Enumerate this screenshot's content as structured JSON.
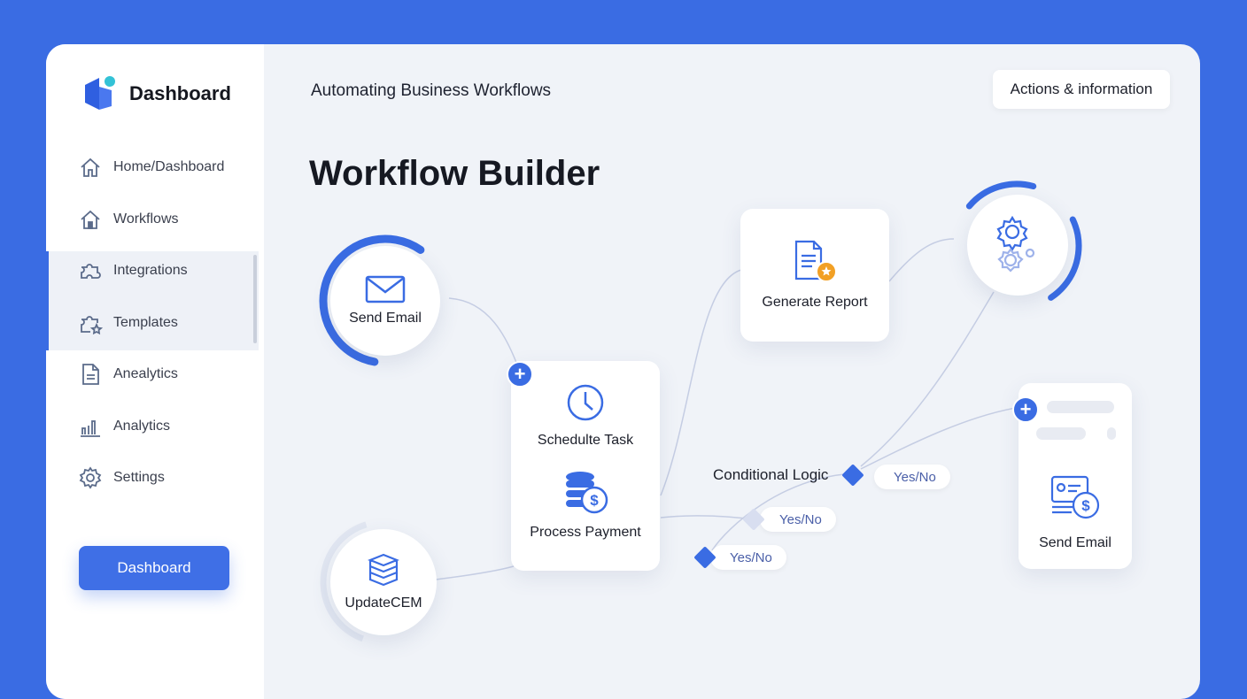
{
  "sidebar": {
    "logo_text": "Dashboard",
    "items": [
      {
        "label": "Home/Dashboard",
        "icon": "home-outline-icon"
      },
      {
        "label": "Workflows",
        "icon": "house-icon"
      },
      {
        "label": "Integrations",
        "icon": "puzzle-icon"
      },
      {
        "label": "Templates",
        "icon": "puzzle-star-icon"
      },
      {
        "label": "Anealytics",
        "icon": "document-icon"
      },
      {
        "label": "Analytics",
        "icon": "bar-chart-icon"
      },
      {
        "label": "Settings",
        "icon": "gear-icon"
      }
    ],
    "button": "Dashboard"
  },
  "header": {
    "subtitle": "Automating Business Workflows",
    "actions": "Actions & information",
    "title": "Workflow Builder"
  },
  "nodes": {
    "send_email": "Send Email",
    "update": "UpdateCEM",
    "schedule": "Schedulte Task",
    "payment": "Process Payment",
    "report": "Generate Report",
    "send_email2": "Send Email",
    "conditional": "Conditional Logic",
    "yesno1": "Yes/No",
    "yesno2": "Yes/No",
    "yesno3": "Yes/No"
  },
  "colors": {
    "accent": "#3a6ce3",
    "background": "#f0f3f8"
  }
}
